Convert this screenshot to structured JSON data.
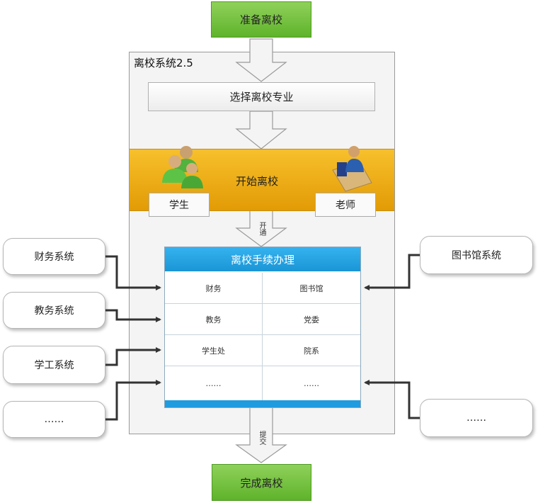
{
  "start": "准备离校",
  "system_title": "离校系统2.5",
  "select_major": "选择离校专业",
  "begin": "开始离校",
  "roles": {
    "student": "学生",
    "teacher": "老师"
  },
  "arrow_labels": {
    "open": "开通",
    "submit": "提交"
  },
  "process": {
    "title": "离校手续办理",
    "cells": [
      [
        "财务",
        "图书馆"
      ],
      [
        "教务",
        "党委"
      ],
      [
        "学生处",
        "院系"
      ],
      [
        "……",
        "……"
      ]
    ]
  },
  "left_systems": [
    "财务系统",
    "教务系统",
    "学工系统",
    "……"
  ],
  "right_systems": [
    "图书馆系统",
    "……"
  ],
  "end": "完成离校",
  "colors": {
    "green": "#6cbf3b",
    "orange": "#f0ad14",
    "blue": "#1f9be0"
  }
}
